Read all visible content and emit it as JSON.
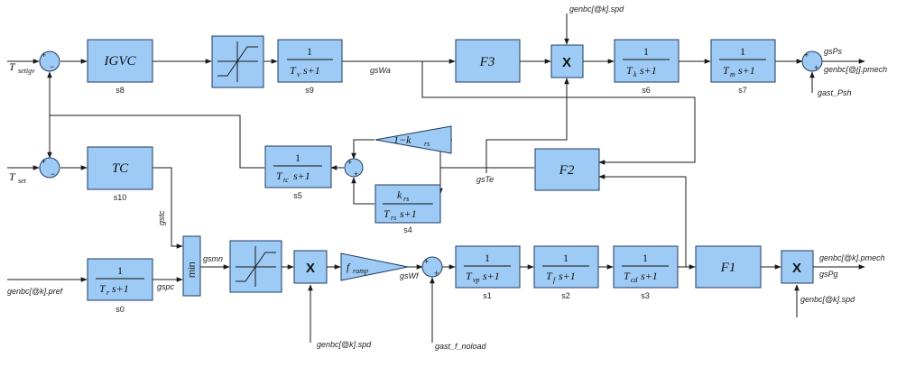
{
  "blocks": {
    "igvc": {
      "label": "IGVC",
      "name": "s8"
    },
    "tv": {
      "num": "1",
      "den_pre": "T",
      "den_sub": "v",
      "den_post": "s+1",
      "name": "s9"
    },
    "f3": {
      "label": "F3"
    },
    "mult_top": {
      "label": "X"
    },
    "tk": {
      "num": "1",
      "den_pre": "T",
      "den_sub": "k",
      "den_post": "s+1",
      "name": "s6"
    },
    "tm": {
      "num": "1",
      "den_pre": "T",
      "den_sub": "m",
      "den_post": "s+1",
      "name": "s7"
    },
    "gain_1kr": {
      "pre": "1−k",
      "sub": "rs"
    },
    "ttc": {
      "num": "1",
      "den_pre": "T",
      "den_sub": "tc",
      "den_post": "s+1",
      "name": "s5"
    },
    "f2": {
      "label": "F2"
    },
    "krs": {
      "num_pre": "k",
      "num_sub": "rs",
      "den_pre": "T",
      "den_sub": "rs",
      "den_post": "s+1",
      "name": "s4"
    },
    "tc": {
      "label": "TC",
      "name": "s10"
    },
    "tr": {
      "num": "1",
      "den_pre": "T",
      "den_sub": "r",
      "den_post": "s+1",
      "name": "s0"
    },
    "min": {
      "label": "min"
    },
    "mult_bot": {
      "label": "X"
    },
    "framp": {
      "pre": "f",
      "sub": "ramp"
    },
    "tvp": {
      "num": "1",
      "den_pre": "T",
      "den_sub": "vp",
      "den_post": "s+1",
      "name": "s1"
    },
    "tf": {
      "num": "1",
      "den_pre": "T",
      "den_sub": "f",
      "den_post": "s+1",
      "name": "s2"
    },
    "tcd": {
      "num": "1",
      "den_pre": "T",
      "den_sub": "cd",
      "den_post": "s+1",
      "name": "s3"
    },
    "f1": {
      "label": "F1"
    },
    "mult_out": {
      "label": "X"
    }
  },
  "inputs": {
    "t_setigv": {
      "pre": "T",
      "sub": "setigv"
    },
    "t_set": {
      "pre": "T",
      "sub": "set"
    },
    "pref": "genbc[@k].pref"
  },
  "signals": {
    "spd_top": "genbc[@k].spd",
    "gsWa": "gsWa",
    "gsPs": "gsPs",
    "pmech_top": "genbc[@j].pmech",
    "gast_Psh": "gast_Psh",
    "gsTe": "gsTe",
    "gstc": "gstc",
    "gspc": "gspc",
    "gsmn": "gsmn",
    "gsWf": "gsWf",
    "spd_mid": "genbc[@k].spd",
    "gast_f_noload": "gast_f_noload",
    "pmech_bot": "genbc[@k].pmech",
    "gsPg": "gsPg",
    "spd_bot": "genbc[@k].spd"
  }
}
